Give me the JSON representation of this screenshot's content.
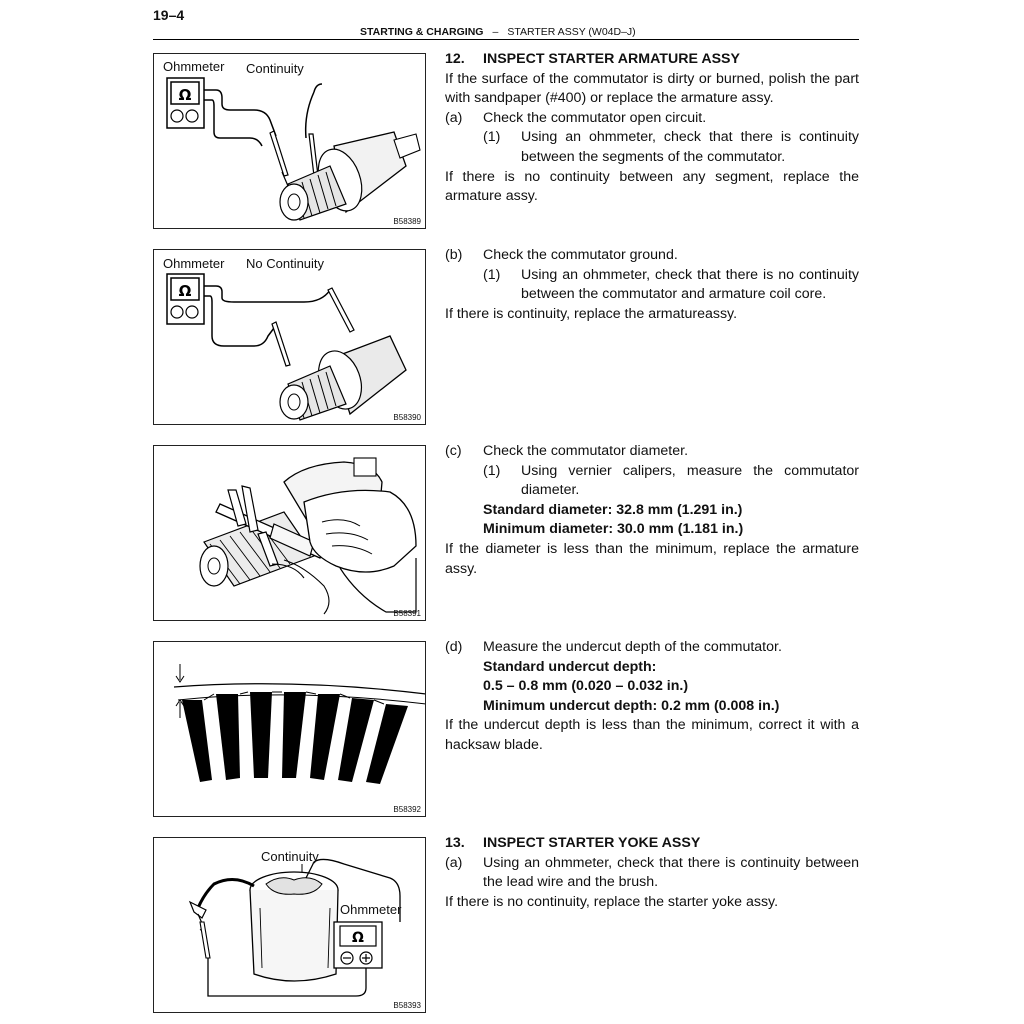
{
  "header": {
    "page_number": "19–4",
    "section": "STARTING & CHARGING",
    "separator": "–",
    "subsection": "STARTER ASSY (W04D–J)"
  },
  "figures": [
    {
      "id": "B58389",
      "labels": [
        "Ohmmeter",
        "Continuity"
      ]
    },
    {
      "id": "B58390",
      "labels": [
        "Ohmmeter",
        "No Continuity"
      ]
    },
    {
      "id": "B58391"
    },
    {
      "id": "B58392"
    },
    {
      "id": "B58393",
      "labels": [
        "Continuity",
        "Ohmmeter"
      ]
    }
  ],
  "content": {
    "s12": {
      "number": "12.",
      "title": "INSPECT STARTER ARMATURE ASSY",
      "intro": "If the surface of the commutator is dirty or burned, polish the part with sandpaper (#400) or replace the armature assy.",
      "a": {
        "label": "(a)",
        "text": "Check the commutator open circuit.",
        "sub_label": "(1)",
        "sub_text": "Using an ohmmeter, check that there is continuity between the segments of the commutator.",
        "note": "If there is no continuity between any segment, replace the armature assy."
      },
      "b": {
        "label": "(b)",
        "text": "Check the commutator ground.",
        "sub_label": "(1)",
        "sub_text": "Using an ohmmeter, check that there is no continuity between the commutator and armature coil core.",
        "note": "If there is continuity, replace the armatureassy."
      },
      "c": {
        "label": "(c)",
        "text": "Check the commutator diameter.",
        "sub_label": "(1)",
        "sub_text": "Using vernier calipers, measure the commutator diameter.",
        "spec1": "Standard diameter: 32.8 mm (1.291 in.)",
        "spec2": "Minimum diameter: 30.0 mm (1.181 in.)",
        "note": "If the diameter is less than the minimum, replace the armature assy."
      },
      "d": {
        "label": "(d)",
        "text": "Measure the undercut depth of the commutator.",
        "spec1": "Standard undercut depth:",
        "spec2": "0.5 – 0.8 mm (0.020 – 0.032 in.)",
        "spec3": "Minimum undercut depth: 0.2 mm (0.008 in.)",
        "note": "If the undercut depth is less than the minimum, correct it with a hacksaw blade."
      }
    },
    "s13": {
      "number": "13.",
      "title": "INSPECT STARTER YOKE ASSY",
      "a": {
        "label": "(a)",
        "text": "Using an ohmmeter, check that there is continuity between the lead wire and the brush.",
        "note": "If there is no continuity, replace the starter yoke assy."
      }
    }
  }
}
